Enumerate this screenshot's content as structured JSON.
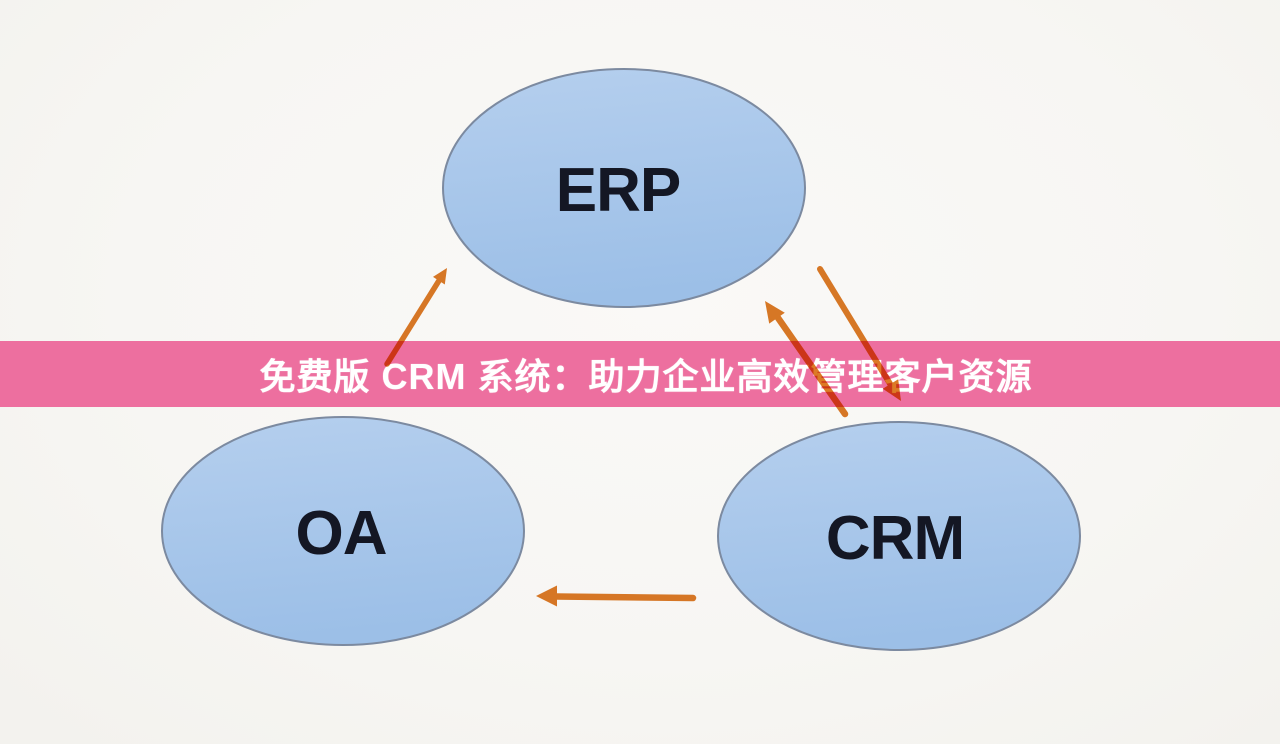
{
  "banner": {
    "title": "免费版 CRM 系统：助力企业高效管理客户资源",
    "background_color": "#ed6f9f",
    "text_color": "#ffffff"
  },
  "diagram": {
    "type": "cycle-diagram",
    "background_color": "#f7f6f3",
    "node_fill_top": "#b5cfee",
    "node_fill_bottom": "#9cbfe7",
    "node_border": "#7c8aa0",
    "label_color": "#141724",
    "arrow_color": "#dc7a26",
    "nodes": [
      {
        "id": "erp",
        "label": "ERP"
      },
      {
        "id": "oa",
        "label": "OA"
      },
      {
        "id": "crm",
        "label": "CRM"
      }
    ],
    "arrows": [
      {
        "id": "oa-to-erp",
        "from": "OA",
        "to": "ERP"
      },
      {
        "id": "crm-to-erp",
        "from": "CRM",
        "to": "ERP"
      },
      {
        "id": "erp-to-crm",
        "from": "ERP",
        "to": "CRM"
      },
      {
        "id": "crm-to-oa",
        "from": "CRM",
        "to": "OA"
      }
    ]
  }
}
